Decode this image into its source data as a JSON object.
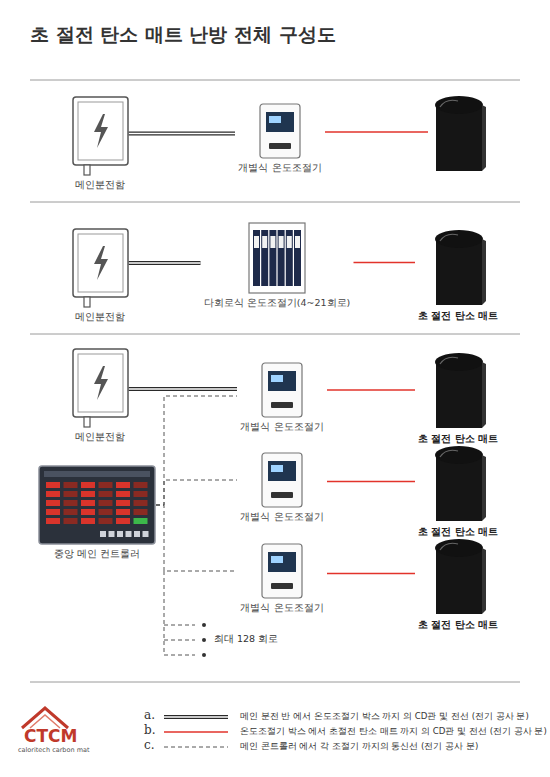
{
  "diagram": {
    "title": "초 절전 탄소 매트 난방 전체 구성도",
    "nodes": [
      {
        "text": [
          "메인분전함"
        ]
      },
      {
        "text": [
          "개별식 온도조절기"
        ]
      },
      {
        "text": []
      },
      {
        "text": [
          "메인분전함"
        ]
      },
      {
        "text": [
          "다회로식 온도조절기(4~21회로)"
        ]
      },
      {
        "text": [
          "초 절전 탄소 매트"
        ]
      },
      {
        "text": [
          "메인분전함"
        ]
      },
      {
        "text": [
          "개별식 온도조절기"
        ]
      },
      {
        "text": [
          "초 절전 탄소 매트"
        ]
      },
      {
        "text": [
          "중앙 메인 컨트롤러"
        ]
      },
      {
        "text": [
          "개별식 온도조절기"
        ]
      },
      {
        "text": [
          "초 절전 탄소 매트"
        ]
      },
      {
        "text": [
          "개별식 온도조절기"
        ]
      },
      {
        "text": [
          "초 절전 탄소 매트"
        ]
      }
    ],
    "edges": [
      {
        "from": 0,
        "to": 1,
        "arrow": "none"
      },
      {
        "from": 1,
        "to": 2,
        "arrow": "none"
      },
      {
        "from": 3,
        "to": 4,
        "arrow": "none"
      },
      {
        "from": 4,
        "to": 5,
        "arrow": "none"
      },
      {
        "from": 6,
        "to": 7,
        "arrow": "none"
      },
      {
        "from": 7,
        "to": 8,
        "arrow": "none"
      },
      {
        "from": 10,
        "to": 11,
        "arrow": "none"
      },
      {
        "from": 12,
        "to": 13,
        "arrow": "none"
      },
      {
        "from": 9,
        "to": 7,
        "arrow": "none"
      },
      {
        "from": 9,
        "to": 10,
        "arrow": "none"
      },
      {
        "from": 9,
        "to": 12,
        "arrow": "none"
      }
    ],
    "labels": [
      "최대 128 회로",
      "a.",
      "b.",
      "c.",
      "CTCM",
      "caloritech carbon mat"
    ],
    "legend": [
      {
        "text": "메인 분전 반 에서 온도조절기 박스 까지 의 CD관 및 전선 (전기 공사 분)"
      },
      {
        "text": "온도조절기 박스 에서 초절전 탄소 매트 까지 의 CD관 및 전선 (전기 공사 분)"
      },
      {
        "text": "메인 콘트롤러 에서 각 조절기 까지의 통신선 (전기 공사 분)"
      }
    ]
  }
}
